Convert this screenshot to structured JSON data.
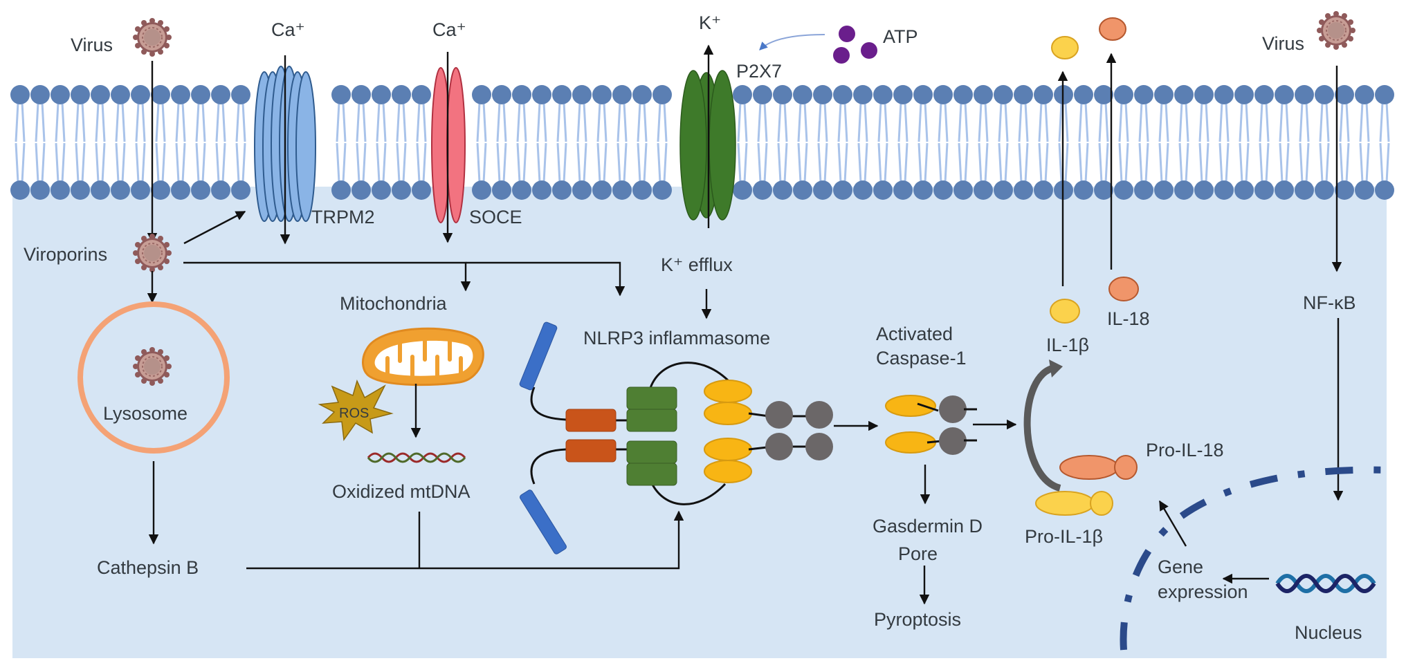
{
  "figure": {
    "title": "Virus-induced NLRP3 inflammasome activation pathway",
    "colors": {
      "cytoplasm": "#d6e5f4",
      "membrane_head": "#5b7fb3",
      "membrane_tail": "#a9c3ea",
      "trpm2": "#8ab4e6",
      "soce": "#f27380",
      "p2x7": "#3e7a2a",
      "atp": "#6a1e8c",
      "virus": "#b08a84",
      "lysosome": "#f4a275",
      "mitochondria": "#f0a030",
      "ros": "#c79a18",
      "nlrp3_nacht": "#4f7f33",
      "nlrp3_pyd": "#c9541a",
      "lrr": "#3b6fc7",
      "caspase_card": "#f8b514",
      "caspase_p": "#6b6768",
      "il1b": "#fbd24c",
      "il18": "#f0956a",
      "nucleus_envelope": "#2b4a8a",
      "dna_dark": "#1c2466",
      "dna_light": "#1e6fa6"
    }
  },
  "labels": {
    "virus_left": "Virus",
    "virus_right": "Virus",
    "ca_trpm2": "Ca⁺",
    "ca_soce": "Ca⁺",
    "k_ion": "K⁺",
    "atp": "ATP",
    "p2x7": "P2X7",
    "trpm2": "TRPM2",
    "soce": "SOCE",
    "viroporins": "Viroporins",
    "lysosome": "Lysosome",
    "cathepsin_b": "Cathepsin B",
    "mitochondria": "Mitochondria",
    "ros": "ROS",
    "oxidized_mtdna": "Oxidized mtDNA",
    "k_efflux": "K⁺ efflux",
    "nlrp3": "NLRP3 inflammasome",
    "activated_caspase_line1": "Activated",
    "activated_caspase_line2": "Caspase-1",
    "gasdermin_line1": "Gasdermin D",
    "gasdermin_line2": "Pore",
    "pyroptosis": "Pyroptosis",
    "il1b": "IL-1β",
    "il18": "IL-18",
    "pro_il18": "Pro-IL-18",
    "pro_il1b": "Pro-IL-1β",
    "nfkb": "NF-κB",
    "gene_expression_line1": "Gene",
    "gene_expression_line2": "expression",
    "nucleus": "Nucleus"
  }
}
